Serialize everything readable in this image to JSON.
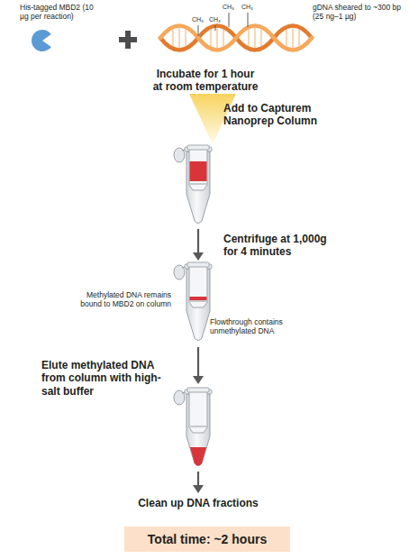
{
  "diagram": {
    "nodes": [
      {
        "text": [
          "Total time: ~2 hours"
        ]
      }
    ],
    "labels": [
      "His-tagged MBD2 (10 µg per reaction)",
      "gDNA sheared to ~300 bp (25 ng–1 µg)",
      "CH₃",
      "CH₃",
      "CH₃",
      "CH₃",
      "Incubate for 1 hour at room temperature",
      "Add to Capturem Nanoprep Column",
      "Centrifuge at 1,000g for 4 minutes",
      "Methylated DNA remains bound to MBD2 on column",
      "Flowthrough contains unmethylated DNA",
      "Elute methylated DNA from column with high-salt buffer",
      "Clean up DNA fractions"
    ]
  }
}
